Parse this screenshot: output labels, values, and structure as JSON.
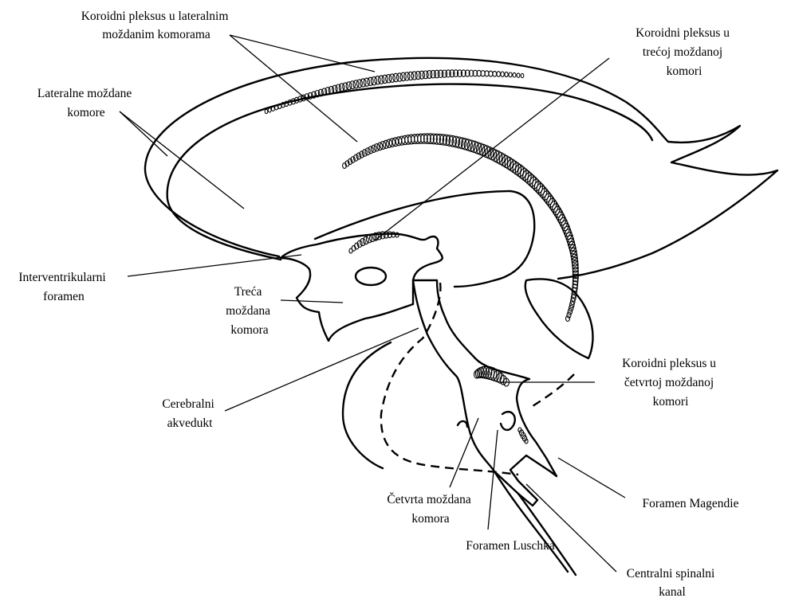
{
  "labels": {
    "lateral_plexus": [
      "Koroidni pleksus u lateralnim",
      "moždanim komorama"
    ],
    "third_plexus": [
      "Koroidni pleksus u",
      "trećoj moždanoj",
      "komori"
    ],
    "lateral_ventricles": [
      "Lateralne moždane",
      "komore"
    ],
    "interventricular": [
      "Interventrikularni",
      "foramen"
    ],
    "third_ventricle": [
      "Treća",
      "moždana",
      "komora"
    ],
    "aqueduct": [
      "Cerebralni",
      "akvedukt"
    ],
    "fourth_plexus": [
      "Koroidni pleksus u",
      "četvrtoj moždanoj",
      "komori"
    ],
    "fourth_ventricle": [
      "Četvrta moždana",
      "komora"
    ],
    "magendie": [
      "Foramen Magendie"
    ],
    "luschka": [
      "Foramen Luschka"
    ],
    "central_canal": [
      "Centralni spinalni",
      "kanal"
    ]
  },
  "colors": {
    "line": "#000000",
    "background": "#ffffff"
  }
}
